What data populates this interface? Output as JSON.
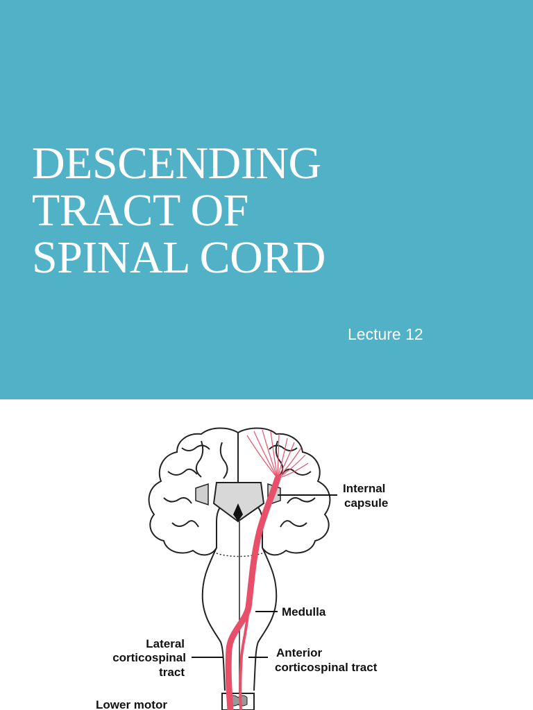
{
  "slide": {
    "title_lines": [
      "DESCENDING",
      "TRACT OF",
      "SPINAL CORD"
    ],
    "subtitle": "Lecture 12"
  },
  "figure": {
    "labels": {
      "internal_capsule_1": "Internal",
      "internal_capsule_2": "capsule",
      "medulla": "Medulla",
      "lateral_1": "Lateral",
      "lateral_2": "corticospinal",
      "lateral_3": "tract",
      "anterior_1": "Anterior",
      "anterior_2": "corticospinal tract",
      "lower_motor_partial": "Lower motor"
    },
    "tract_color": "#e8506a"
  },
  "colors": {
    "banner": "#50b1c7",
    "text_on_banner": "#ffffff"
  }
}
